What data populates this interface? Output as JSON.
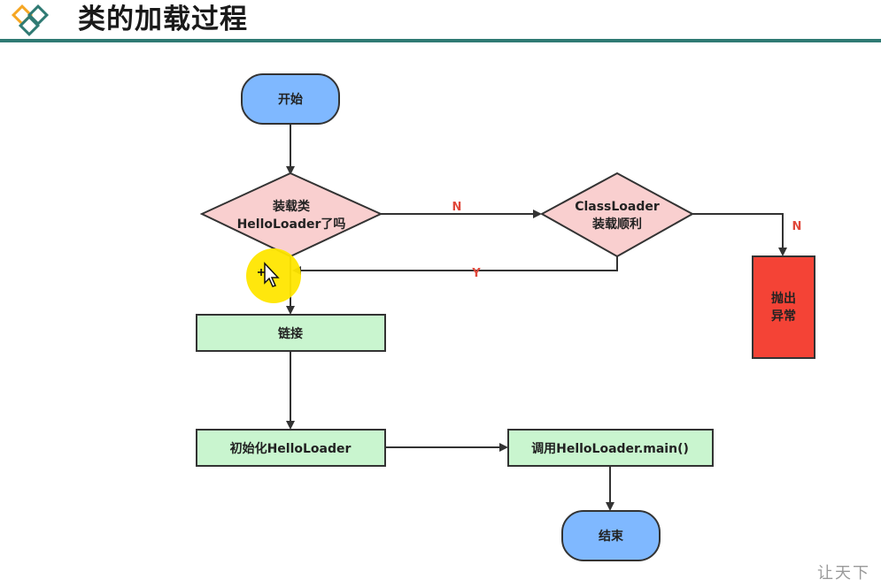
{
  "header": {
    "title": "类的加载过程",
    "accent_color": "#2f7a73",
    "logo_icon": "diamond-logo-icon"
  },
  "flowchart": {
    "nodes": {
      "start": {
        "label": "开始",
        "shape": "rounded",
        "color": "#7fb8ff"
      },
      "loaded_check": {
        "line1": "装载类",
        "line2": "HelloLoader了吗",
        "shape": "diamond",
        "color": "#f9cfcf"
      },
      "classloader_check": {
        "line1": "ClassLoader",
        "line2": "装载顺利",
        "shape": "diamond",
        "color": "#f9cfcf"
      },
      "throw_exception": {
        "line1": "抛出",
        "line2": "异常",
        "shape": "rect",
        "color": "#f44336"
      },
      "link": {
        "label": "链接",
        "shape": "rect",
        "color": "#c9f5cf"
      },
      "init": {
        "label": "初始化HelloLoader",
        "shape": "rect",
        "color": "#c9f5cf"
      },
      "call_main": {
        "label": "调用HelloLoader.main()",
        "shape": "rect",
        "color": "#c9f5cf"
      },
      "end": {
        "label": "结束",
        "shape": "rounded",
        "color": "#7fb8ff"
      }
    },
    "edge_labels": {
      "no_to_classloader": "N",
      "yes_back": "Y",
      "no_to_exception": "N"
    }
  },
  "watermark": "让天下",
  "cursor_highlight_color": "#ffe600"
}
